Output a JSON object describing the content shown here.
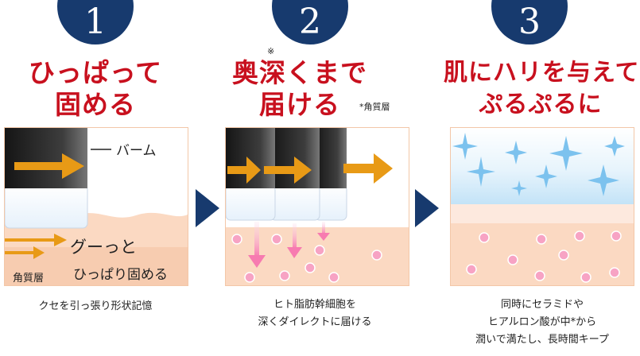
{
  "steps": [
    {
      "number": "1",
      "headline_line1": "ひっぱって",
      "headline_line2": "固める",
      "balm_label": "バーム",
      "pull_line1": "グーっと",
      "pull_line2": "ひっぱり固める",
      "layer_label": "角質層",
      "caption_line1": "クセを引っ張り形状記憶"
    },
    {
      "number": "2",
      "headline_line1": "奥深くまで",
      "headline_line2": "届ける",
      "ref_mark": "※",
      "footnote": "*角質層",
      "caption_line1": "ヒト脂肪幹細胞を",
      "caption_line2": "深くダイレクトに届ける"
    },
    {
      "number": "3",
      "headline_line1": "肌にハリを与えて",
      "headline_line2": "ぷるぷるに",
      "caption_line1": "同時にセラミドや",
      "caption_line2": "ヒアルロン酸が中*から",
      "caption_line3": "潤いで満たし、長時間キープ"
    }
  ],
  "colors": {
    "navy": "#173a6e",
    "headline_red": "#c8101e",
    "arrow_orange": "#e89a16",
    "skin": "#fbd9c2",
    "pink_arrow": "#f77bb0",
    "sparkle_blue": "#7cc2ee"
  },
  "icons": [
    "chevron-right-icon",
    "sparkle-icon",
    "right-arrow-icon",
    "down-arrow-icon"
  ]
}
